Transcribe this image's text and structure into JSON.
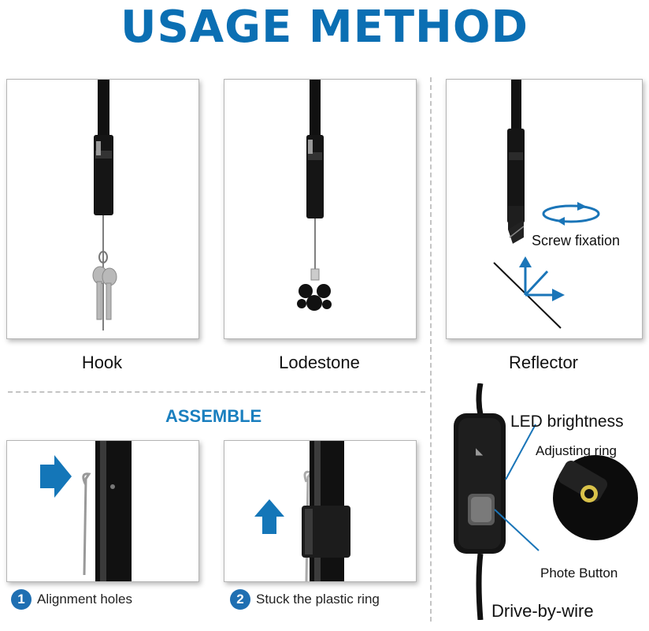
{
  "title": "USAGE METHOD",
  "panels": {
    "hook": {
      "caption": "Hook"
    },
    "lodestone": {
      "caption": "Lodestone"
    },
    "reflector": {
      "caption": "Reflector",
      "annotation": "Screw fixation"
    }
  },
  "assemble": {
    "heading": "ASSEMBLE",
    "steps": [
      {
        "number": "1",
        "label": "Alignment holes"
      },
      {
        "number": "2",
        "label": "Stuck the plastic ring"
      }
    ]
  },
  "controller": {
    "led_title": "LED brightness",
    "led_sub": "Adjusting ring",
    "photo_button": "Phote Button",
    "bottom_label": "Drive-by-wire"
  },
  "colors": {
    "accent": "#0b6fb3",
    "arrow": "#1476b8"
  }
}
